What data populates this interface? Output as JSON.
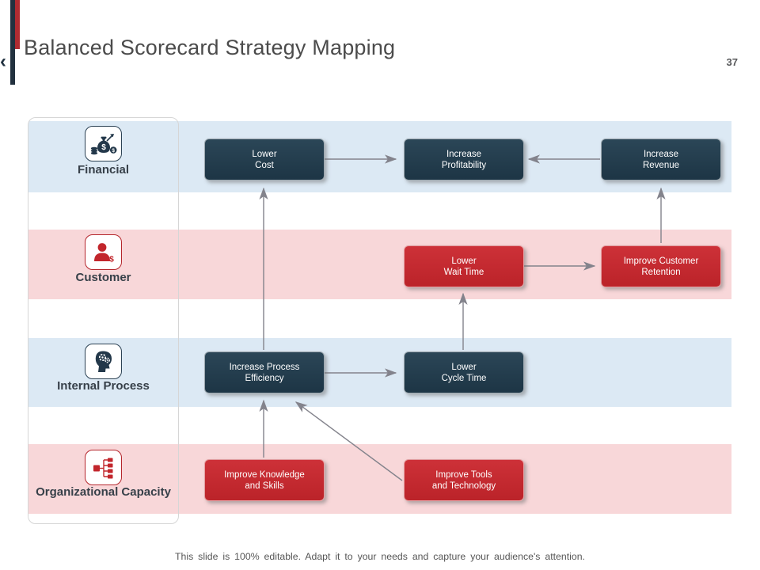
{
  "header": {
    "title": "Balanced Scorecard Strategy Mapping",
    "page_number": "37",
    "back_chevron": "‹"
  },
  "footer": {
    "note": "This slide is 100% editable. Adapt it to your needs and capture your audience's attention."
  },
  "theme": {
    "navy_box": "#20394a",
    "red_box": "#c3262d",
    "band_blue": "#dce9f4",
    "band_pink": "#f8d7d9",
    "accent_bar_navy": "#22313f",
    "accent_bar_red": "#b02b31",
    "arrow_gray": "#83838c"
  },
  "perspectives": [
    {
      "label": "Financial",
      "icon": "money-bag-icon",
      "theme": "navy"
    },
    {
      "label": "Customer",
      "icon": "customer-dollar-icon",
      "theme": "red"
    },
    {
      "label": "Internal Process",
      "icon": "head-gears-icon",
      "theme": "navy"
    },
    {
      "label": "Organizational Capacity",
      "icon": "org-chart-icon",
      "theme": "red"
    }
  ],
  "nodes": [
    {
      "id": "lower-cost",
      "line1": "Lower",
      "line2": "Cost"
    },
    {
      "id": "increase-profitability",
      "line1": "Increase",
      "line2": "Profitability"
    },
    {
      "id": "increase-revenue",
      "line1": "Increase",
      "line2": "Revenue"
    },
    {
      "id": "lower-wait-time",
      "line1": "Lower",
      "line2": "Wait Time"
    },
    {
      "id": "improve-customer-retention",
      "line1": "Improve Customer",
      "line2": "Retention"
    },
    {
      "id": "increase-process-efficiency",
      "line1": "Increase Process",
      "line2": "Efficiency"
    },
    {
      "id": "lower-cycle-time",
      "line1": "Lower",
      "line2": "Cycle Time"
    },
    {
      "id": "improve-knowledge-and-skills",
      "line1": "Improve Knowledge",
      "line2": "and Skills"
    },
    {
      "id": "improve-tools-and-technology",
      "line1": "Improve Tools",
      "line2": "and Technology"
    }
  ],
  "edges": [
    {
      "from": "lower-cost",
      "to": "increase-profitability"
    },
    {
      "from": "increase-revenue",
      "to": "increase-profitability"
    },
    {
      "from": "improve-customer-retention",
      "to": "increase-revenue"
    },
    {
      "from": "lower-wait-time",
      "to": "improve-customer-retention"
    },
    {
      "from": "lower-cycle-time",
      "to": "lower-wait-time"
    },
    {
      "from": "increase-process-efficiency",
      "to": "lower-cycle-time"
    },
    {
      "from": "increase-process-efficiency",
      "to": "lower-cost"
    },
    {
      "from": "improve-knowledge-and-skills",
      "to": "increase-process-efficiency"
    },
    {
      "from": "improve-tools-and-technology",
      "to": "increase-process-efficiency"
    }
  ]
}
